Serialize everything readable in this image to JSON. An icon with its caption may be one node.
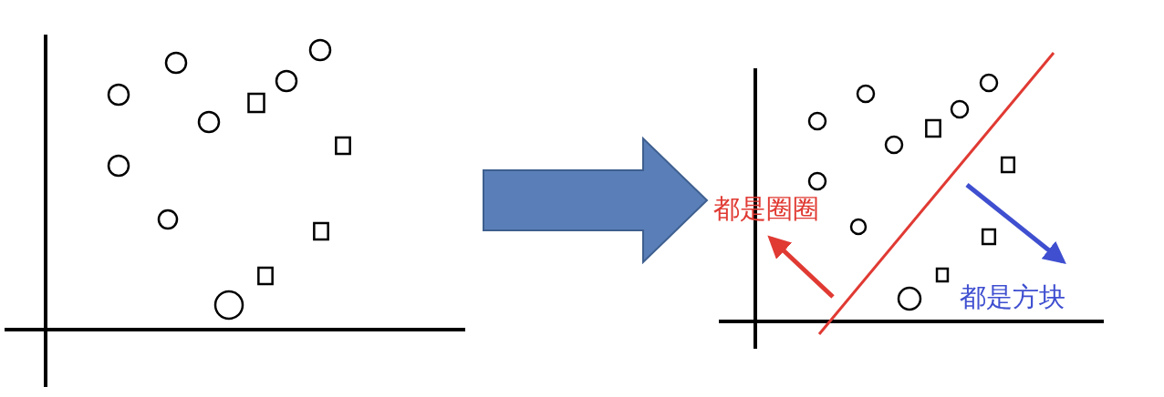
{
  "diagram": {
    "nodes": [
      {
        "text": [],
        "shape": "picture"
      },
      {
        "text": [],
        "shape": "picture"
      }
    ],
    "edges": [
      {
        "from": 0,
        "to": 1,
        "arrow": "to",
        "style": "thick",
        "color": "#5a7fb8"
      }
    ],
    "labels": [
      "都是圈圈",
      "都是方块"
    ]
  }
}
